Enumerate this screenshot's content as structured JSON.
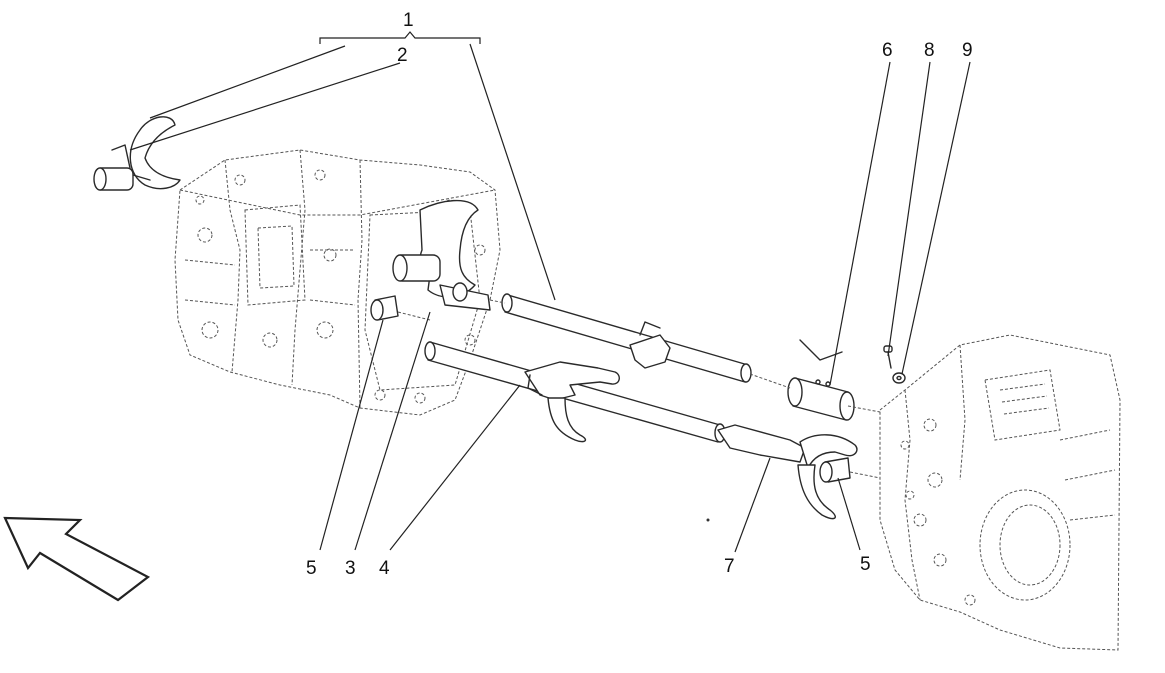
{
  "callouts": [
    {
      "id": "c1",
      "text": "1"
    },
    {
      "id": "c2",
      "text": "2"
    },
    {
      "id": "c3",
      "text": "3"
    },
    {
      "id": "c4",
      "text": "4"
    },
    {
      "id": "c5a",
      "text": "5"
    },
    {
      "id": "c5b",
      "text": "5"
    },
    {
      "id": "c6",
      "text": "6"
    },
    {
      "id": "c7",
      "text": "7"
    },
    {
      "id": "c8",
      "text": "8"
    },
    {
      "id": "c9",
      "text": "9"
    }
  ],
  "icons": {
    "direction_arrow": "arrow-up-left-icon"
  }
}
